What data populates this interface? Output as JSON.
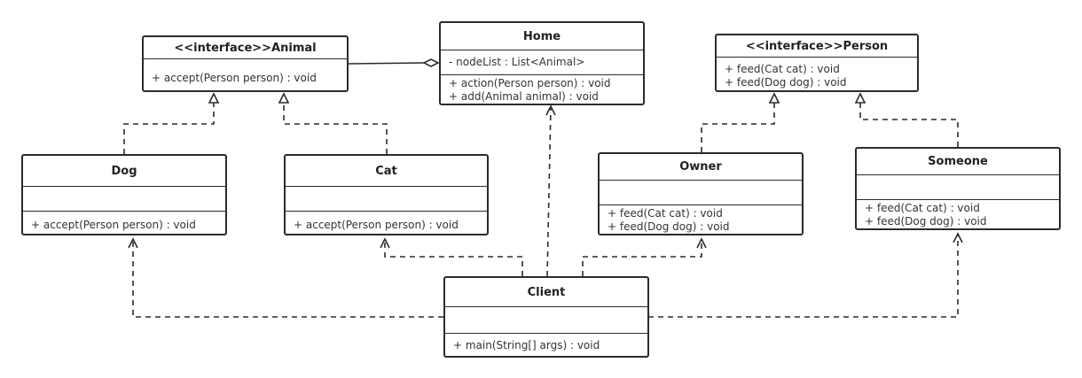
{
  "classes": {
    "animal": {
      "name": "<<interface>>Animal",
      "fields": [],
      "methods": [
        "+ accept(Person person) : void"
      ]
    },
    "home": {
      "name": "Home",
      "fields": [
        "- nodeList : List<Animal>"
      ],
      "methods": [
        "+ action(Person person) : void",
        "+ add(Animal animal) : void"
      ]
    },
    "person": {
      "name": "<<interface>>Person",
      "fields": [],
      "methods": [
        "+ feed(Cat cat) : void",
        "+ feed(Dog dog) : void"
      ]
    },
    "dog": {
      "name": "Dog",
      "fields": [],
      "methods": [
        "+ accept(Person person) : void"
      ]
    },
    "cat": {
      "name": "Cat",
      "fields": [],
      "methods": [
        "+ accept(Person person) : void"
      ]
    },
    "owner": {
      "name": "Owner",
      "fields": [],
      "methods": [
        "+ feed(Cat cat) : void",
        "+ feed(Dog dog) : void"
      ]
    },
    "someone": {
      "name": "Someone",
      "fields": [],
      "methods": [
        "+ feed(Cat cat) : void",
        "+ feed(Dog dog) : void"
      ]
    },
    "client": {
      "name": "Client",
      "fields": [],
      "methods": [
        "+ main(String[] args) : void"
      ]
    }
  },
  "colors": {
    "stroke": "#2b2b2b",
    "text": "#333333"
  }
}
